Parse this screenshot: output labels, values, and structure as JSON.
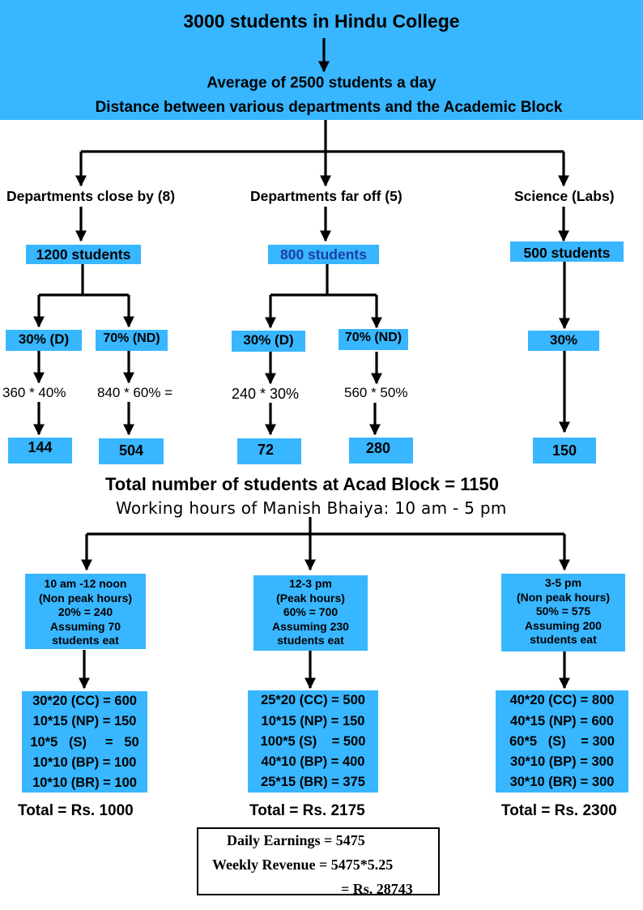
{
  "header": {
    "title": "3000 students in Hindu College",
    "line1": "Average of 2500 students a day",
    "line2": "Distance between various departments and the Academic Block"
  },
  "departments": {
    "close": {
      "label": "Departments close by (8)",
      "students": "1200 students",
      "splits": [
        {
          "pct": "30% (D)",
          "calc": "360 * 40%",
          "result": "144"
        },
        {
          "pct": "70% (ND)",
          "calc": "840 * 60% =",
          "result": "504"
        }
      ]
    },
    "far": {
      "label": "Departments far off (5)",
      "students": "800 students",
      "splits": [
        {
          "pct": "30% (D)",
          "calc": "240 * 30%",
          "result": "72"
        },
        {
          "pct": "70% (ND)",
          "calc": "560 * 50%",
          "result": "280"
        }
      ]
    },
    "science": {
      "label": "Science (Labs)",
      "students": "500 students",
      "pct": "30%",
      "result": "150"
    }
  },
  "summary": {
    "total": "Total number of students at Acad Block = 1150",
    "hours": "Working hours of Manish Bhaiya: 10 am - 5 pm"
  },
  "periods": [
    {
      "lines": [
        "10 am -12 noon",
        "(Non peak hours)",
        "20% = 240",
        "Assuming 70",
        "students eat"
      ],
      "calcs": [
        "30*20 (CC) = 600",
        "10*15 (NP) = 150",
        "10*5   (S)     =   50",
        "10*10 (BP) = 100",
        "10*10 (BR) = 100"
      ],
      "total": "Total = Rs. 1000"
    },
    {
      "lines": [
        "12-3 pm",
        "(Peak hours)",
        "60% = 700",
        "Assuming 230",
        "students eat"
      ],
      "calcs": [
        "25*20 (CC) = 500",
        "10*15 (NP) = 150",
        "100*5 (S)    = 500",
        "40*10 (BP) = 400",
        "25*15 (BR) = 375"
      ],
      "total": "Total = Rs. 2175"
    },
    {
      "lines": [
        "3-5 pm",
        "(Non peak hours)",
        "50% = 575",
        "Assuming 200",
        "students eat"
      ],
      "calcs": [
        "40*20 (CC) = 800",
        "40*15 (NP) = 600",
        "60*5   (S)    = 300",
        "30*10 (BP) = 300",
        "30*10 (BR) = 300"
      ],
      "total": "Total = Rs. 2300"
    }
  ],
  "earnings": {
    "daily": "Daily Earnings = 5475",
    "weekly": "Weekly Revenue = 5475*5.25",
    "weekly_total": "= Rs. 28743"
  },
  "colors": {
    "box": "#38b6ff",
    "highlight_text": "#1d3fa0",
    "line": "#000000"
  }
}
